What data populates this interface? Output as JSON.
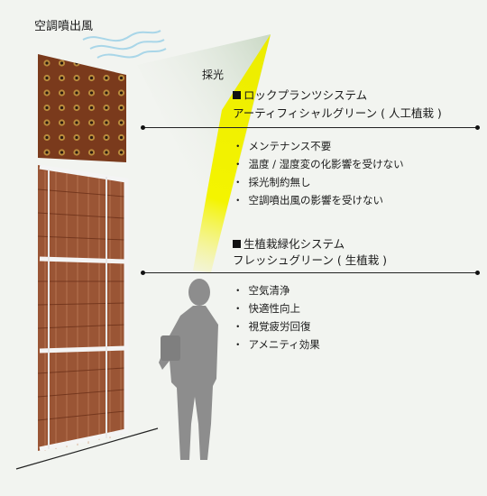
{
  "labels": {
    "hvac": "空調噴出風",
    "daylight": "採光"
  },
  "sections": [
    {
      "heading": "ロックプランツシステム",
      "subheading": "アーティフィシャルグリーン ( 人工植栽 )",
      "bullets": [
        "メンテナンス不要",
        "温度 / 湿度変の化影響を受けない",
        "採光制約無し",
        "空調噴出風の影響を受けない"
      ]
    },
    {
      "heading": "生植栽緑化システム",
      "subheading": "フレッシュグリーン ( 生植栽 )",
      "bullets": [
        "空気清浄",
        "快適性向上",
        "視覚疲労回復",
        "アメニティ効果"
      ]
    }
  ],
  "colors": {
    "background": "#f2f4f0",
    "panel_brown": "#7a3a1c",
    "wall_brown": "#a05a3a",
    "frame_white": "#f4f4f4",
    "person_gray": "#8c8c8c",
    "light_yellow": "#f0f000",
    "wind_blue": "#a9d6e8"
  }
}
